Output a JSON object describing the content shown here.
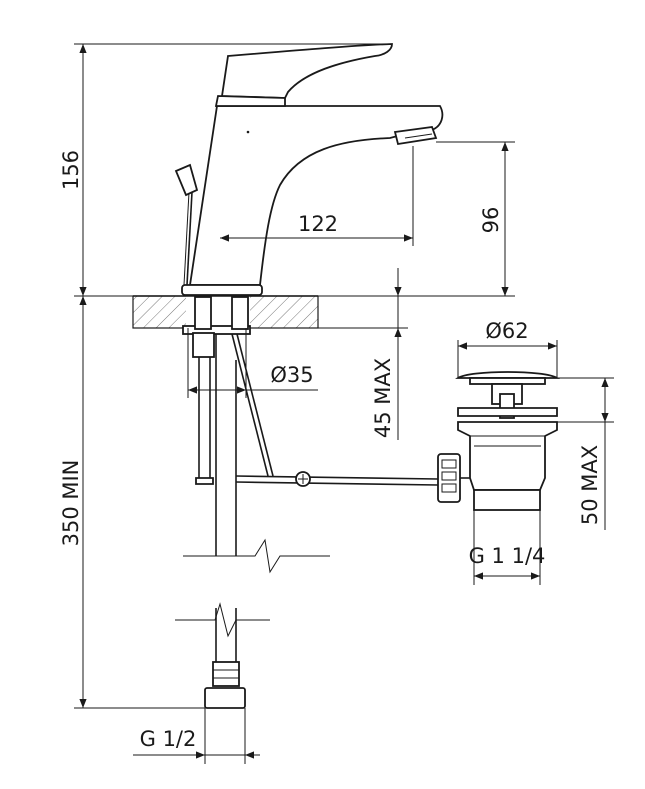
{
  "dimensions": {
    "height_total": "156",
    "spout_height": "96",
    "spout_reach": "122",
    "hole_diameter": "Ø35",
    "deck_thickness": "45 MAX",
    "waste_diameter": "Ø62",
    "waste_thickness": "50 MAX",
    "supply_length": "350 MIN",
    "waste_thread": "G 1 1/4",
    "supply_thread": "G 1/2"
  },
  "colors": {
    "line": "#1a1a1a",
    "background": "#ffffff"
  }
}
